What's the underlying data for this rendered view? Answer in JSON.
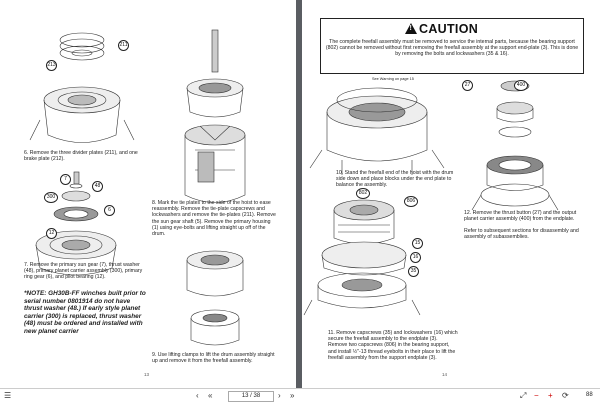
{
  "left_page": {
    "step6": "6.   Remove the three divider plates (211), and one brake plate (212).",
    "step7": "7.   Remove the primary sun gear (7), thrust washer (48), primary planet carrier assembly (300), primary ring gear (6), and pilot bearing (12).",
    "note": "*NOTE: GH30B-FF winches built prior to serial number 0801914 do not have thrust washer (48.) If early style planet carrier (300) is replaced, thrust washer (48) must be ordered and installed with new planet carrier",
    "step8": "8.   Mark the tie plates to the side of the hoist to ease reassembly. Remove the tie-plate capscrews and lockwashers and remove the tie-plates (211). Remove the sun gear shaft (5). Remove the primary housing (1) using eye-bolts and lifting straight up off of the drum.",
    "step9": "9.   Use lifting clamps to lift the drum assembly straight up and remove it from the freefall assembly.",
    "page_number": "13",
    "callouts": {
      "c211": "211",
      "c213": "213",
      "c7": "7",
      "c48": "48",
      "c300": "300",
      "c6": "6",
      "c12": "12"
    }
  },
  "right_page": {
    "caution_title": "CAUTION",
    "caution_text": "The complete freefall assembly must be removed to service the internal parts, because the bearing support (802) cannot be removed without first removing the freefall assembly at the support end-plate (3). This is done by removing the bolts and lockwashers (35 & 16).",
    "see_warning": "See Warning on page 15",
    "step10": "10.  Stand the freefall end of the hoist with the drum side down and place blocks under the end plate to balance the assembly.",
    "step11": "11.  Remove capscrews (35) and lockwashers (16) which secure the freefall assembly to the endplate (3). Remove two capscrews (806) in the bearing support, and install ½\"-13 thread eyebolts in their place to lift the freefall assembly from the support endplate (3).",
    "step12": "12.  Remove the thrust button (27) and the output planet carrier assembly (400) from the endplate.",
    "refer": "Refer to subsequent sections for disassembly and assembly of subassemblies.",
    "page_number": "14",
    "callouts": {
      "c27": "27",
      "c400": "400",
      "c802": "802",
      "c806": "806",
      "c15": "15",
      "c16": "16",
      "c35": "35"
    }
  },
  "toolbar": {
    "page_indicator": "13 / 38",
    "zoom": "88"
  }
}
